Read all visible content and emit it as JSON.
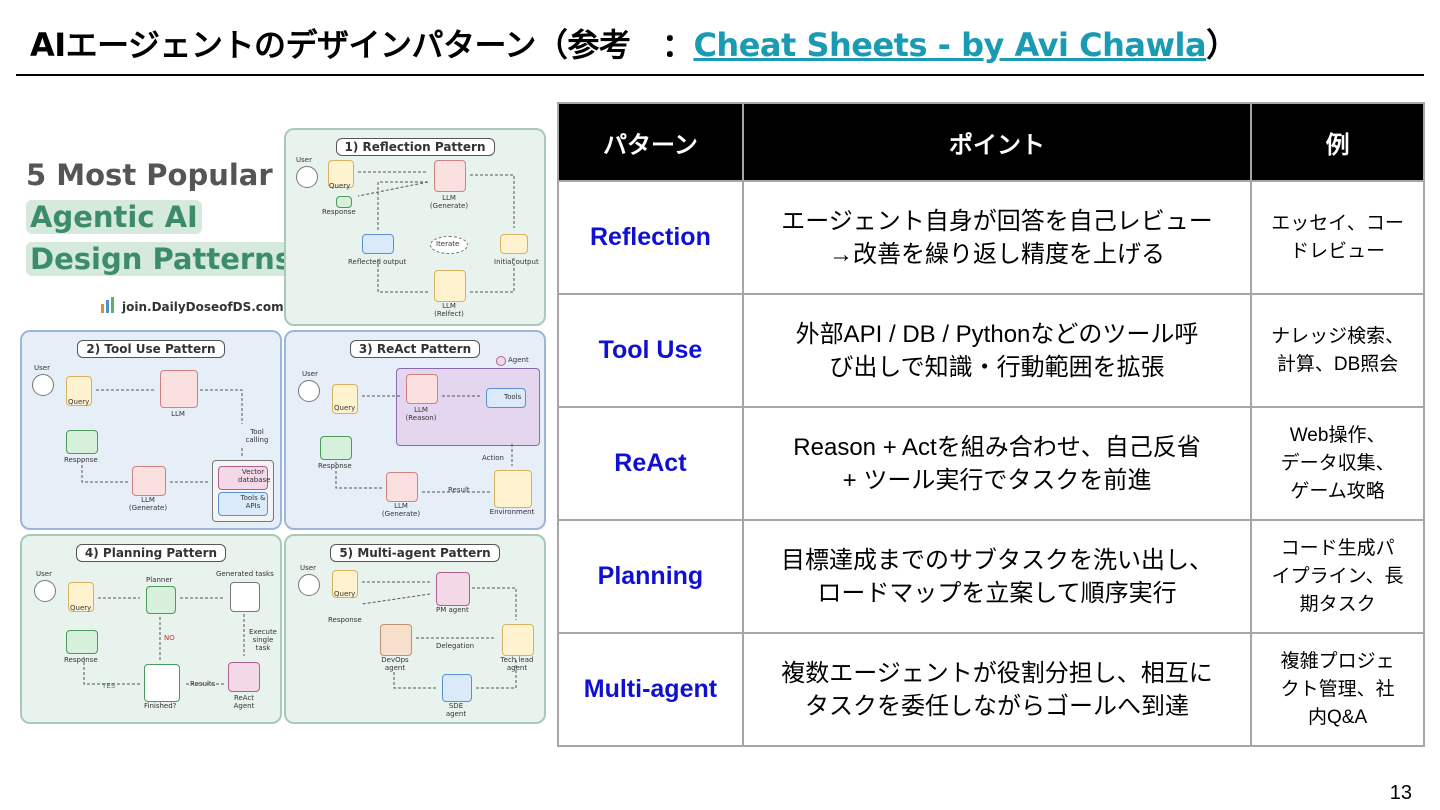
{
  "slide": {
    "title_prefix": "AIエージェントのデザインパターン（参考　：",
    "title_link": "Cheat Sheets - by Avi Chawla",
    "title_suffix": "）",
    "page_number": "13"
  },
  "table": {
    "headers": [
      "パターン",
      "ポイント",
      "例"
    ],
    "rows": [
      {
        "pattern": "Reflection",
        "point_l1": "エージェント自身が回答を自己レビュー",
        "point_l2": "→改善を繰り返し精度を上げる",
        "example_l1": "エッセイ、コー",
        "example_l2": "ドレビュー",
        "example_l3": ""
      },
      {
        "pattern": "Tool Use",
        "point_l1": "外部API / DB / Pythonなどのツール呼",
        "point_l2": "び出しで知識・行動範囲を拡張",
        "example_l1": "ナレッジ検索、",
        "example_l2": "計算、DB照会",
        "example_l3": ""
      },
      {
        "pattern": "ReAct",
        "point_l1": "Reason + Actを組み合わせ、自己反省",
        "point_l2": "+ ツール実行でタスクを前進",
        "example_l1": "Web操作、",
        "example_l2": "データ収集、",
        "example_l3": "ゲーム攻略"
      },
      {
        "pattern": "Planning",
        "point_l1": "目標達成までのサブタスクを洗い出し、",
        "point_l2": "ロードマップを立案して順序実行",
        "example_l1": "コード生成パ",
        "example_l2": "イプライン、長",
        "example_l3": "期タスク"
      },
      {
        "pattern": "Multi-agent",
        "point_l1": "複数エージェントが役割分担し、相互に",
        "point_l2": "タスクを委任しながらゴールへ到達",
        "example_l1": "複雑プロジェ",
        "example_l2": "クト管理、社",
        "example_l3": "内Q&A"
      }
    ]
  },
  "infographic": {
    "heading_l1": "5 Most Popular",
    "heading_l2": "Agentic AI",
    "heading_l3": "Design Patterns",
    "site": "join.DailyDoseofDS.com",
    "p1": {
      "title": "1) Reflection Pattern",
      "user": "User",
      "query": "Query",
      "response": "Response",
      "llm_gen": "LLM\n(Generate)",
      "iterate": "Iterate",
      "reflected": "Reflected output",
      "initial": "Initial output",
      "llm_ref": "LLM\n(Relfect)"
    },
    "p2": {
      "title": "2) Tool Use Pattern",
      "user": "User",
      "query": "Query",
      "llm": "LLM",
      "tool_calling": "Tool\ncalling",
      "response": "Response",
      "llm_gen": "LLM\n(Generate)",
      "vector": "Vector\ndatabase",
      "tools": "Tools &\nAPIs"
    },
    "p3": {
      "title": "3) ReAct Pattern",
      "agent": "Agent",
      "user": "User",
      "query": "Query",
      "llm_reason": "LLM\n(Reason)",
      "tools": "Tools",
      "action": "Action",
      "response": "Response",
      "result": "Result",
      "llm_gen": "LLM\n(Generate)",
      "environment": "Environment"
    },
    "p4": {
      "title": "4) Planning Pattern",
      "user": "User",
      "query": "Query",
      "planner": "Planner",
      "generated": "Generated tasks",
      "no": "NO",
      "execute": "Execute\nsingle\ntask",
      "response": "Response",
      "yes": "YES",
      "finished": "Finished?",
      "results": "Results",
      "react_agent": "ReAct\nAgent"
    },
    "p5": {
      "title": "5) Multi-agent Pattern",
      "user": "User",
      "query": "Query",
      "response": "Response",
      "pm": "PM agent",
      "devops": "DevOps\nagent",
      "delegation": "Delegation",
      "techlead": "Tech lead\nagent",
      "sde": "SDE\nagent"
    }
  }
}
